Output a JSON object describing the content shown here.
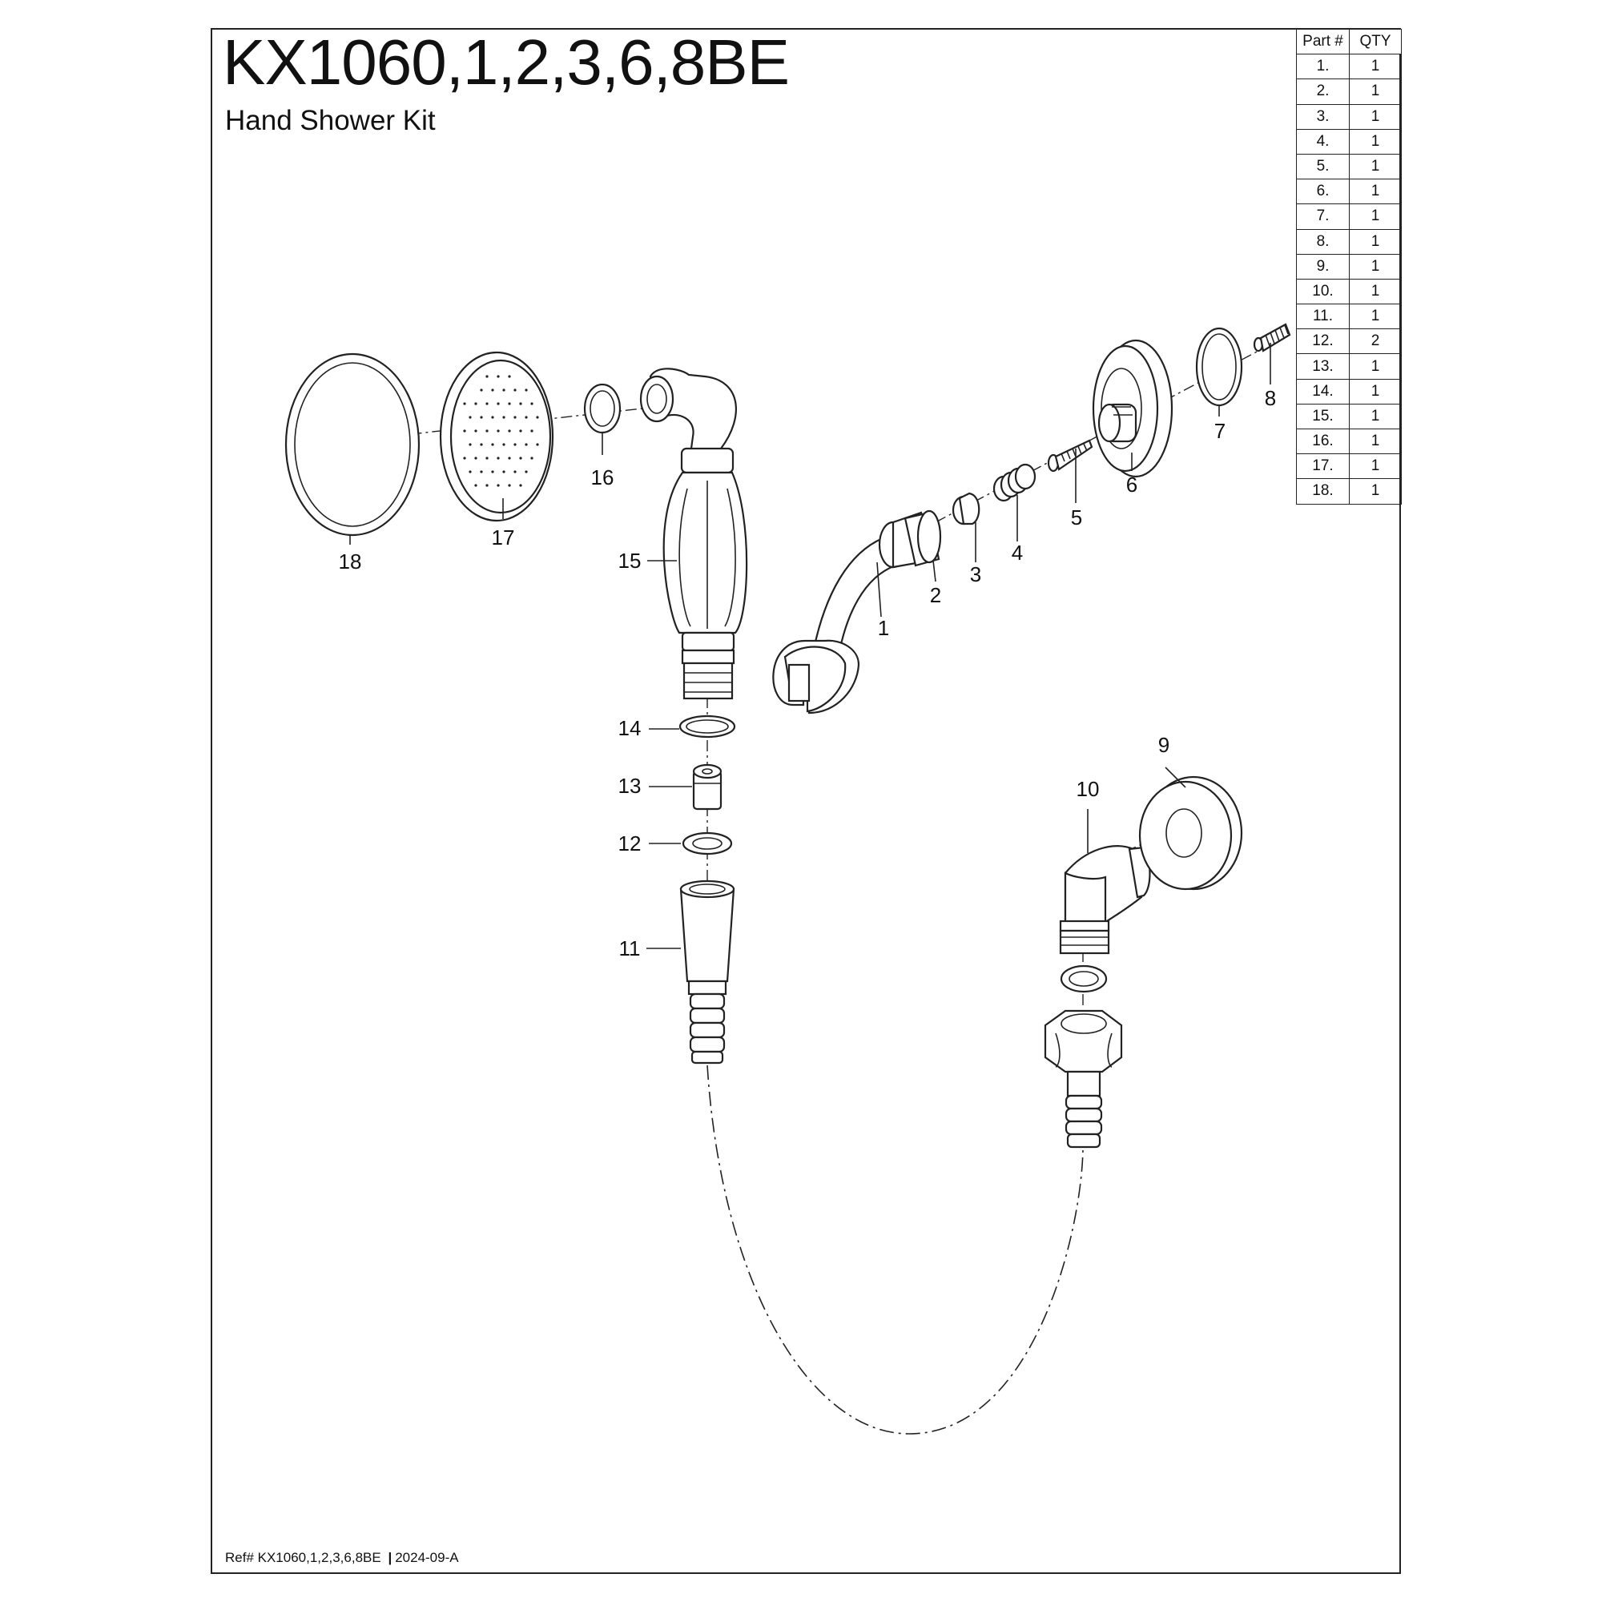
{
  "header": {
    "model": "KX1060,1,2,3,6,8BE",
    "subtitle": "Hand Shower Kit"
  },
  "footer": {
    "ref": "Ref# KX1060,1,2,3,6,8BE",
    "separator": "|",
    "date_code": "2024-09-A"
  },
  "parts_table": {
    "headers": [
      "Part #",
      "QTY"
    ],
    "rows": [
      {
        "part": "1.",
        "qty": "1"
      },
      {
        "part": "2.",
        "qty": "1"
      },
      {
        "part": "3.",
        "qty": "1"
      },
      {
        "part": "4.",
        "qty": "1"
      },
      {
        "part": "5.",
        "qty": "1"
      },
      {
        "part": "6.",
        "qty": "1"
      },
      {
        "part": "7.",
        "qty": "1"
      },
      {
        "part": "8.",
        "qty": "1"
      },
      {
        "part": "9.",
        "qty": "1"
      },
      {
        "part": "10.",
        "qty": "1"
      },
      {
        "part": "11.",
        "qty": "1"
      },
      {
        "part": "12.",
        "qty": "2"
      },
      {
        "part": "13.",
        "qty": "1"
      },
      {
        "part": "14.",
        "qty": "1"
      },
      {
        "part": "15.",
        "qty": "1"
      },
      {
        "part": "16.",
        "qty": "1"
      },
      {
        "part": "17.",
        "qty": "1"
      },
      {
        "part": "18.",
        "qty": "1"
      }
    ]
  },
  "callouts": {
    "c1": "1",
    "c2": "2",
    "c3": "3",
    "c4": "4",
    "c5": "5",
    "c6": "6",
    "c7": "7",
    "c8": "8",
    "c9": "9",
    "c10": "10",
    "c11": "11",
    "c12": "12",
    "c13": "13",
    "c14": "14",
    "c15": "15",
    "c16": "16",
    "c17": "17",
    "c18": "18"
  }
}
